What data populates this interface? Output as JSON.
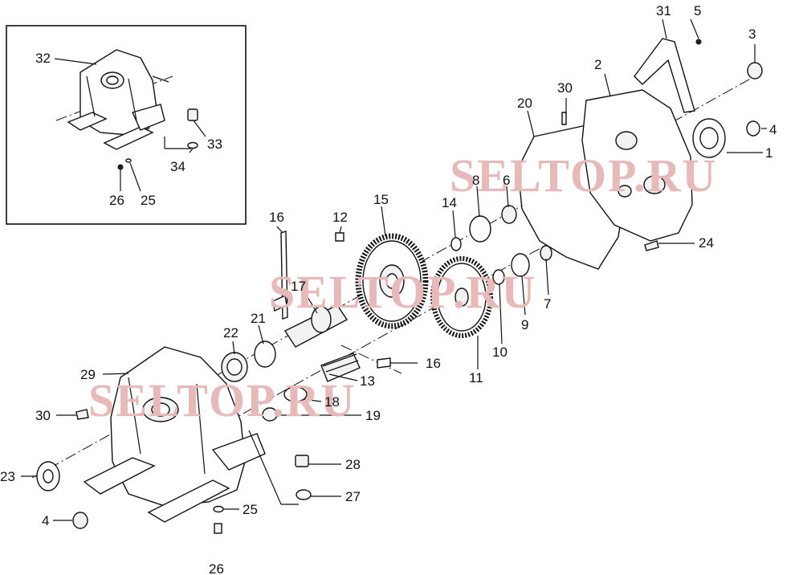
{
  "watermark": {
    "text": "SELTOP.RU",
    "color": "#e7b9b9"
  },
  "parts": [
    {
      "ref": "1"
    },
    {
      "ref": "2"
    },
    {
      "ref": "3"
    },
    {
      "ref": "4"
    },
    {
      "ref": "5"
    },
    {
      "ref": "6"
    },
    {
      "ref": "7"
    },
    {
      "ref": "8"
    },
    {
      "ref": "9"
    },
    {
      "ref": "10"
    },
    {
      "ref": "11"
    },
    {
      "ref": "12"
    },
    {
      "ref": "13"
    },
    {
      "ref": "14"
    },
    {
      "ref": "15"
    },
    {
      "ref": "16"
    },
    {
      "ref": "17"
    },
    {
      "ref": "18"
    },
    {
      "ref": "19"
    },
    {
      "ref": "20"
    },
    {
      "ref": "21"
    },
    {
      "ref": "22"
    },
    {
      "ref": "23"
    },
    {
      "ref": "24"
    },
    {
      "ref": "25"
    },
    {
      "ref": "26"
    },
    {
      "ref": "27"
    },
    {
      "ref": "28"
    },
    {
      "ref": "29"
    },
    {
      "ref": "30"
    },
    {
      "ref": "31"
    },
    {
      "ref": "32"
    },
    {
      "ref": "33"
    },
    {
      "ref": "34"
    }
  ]
}
